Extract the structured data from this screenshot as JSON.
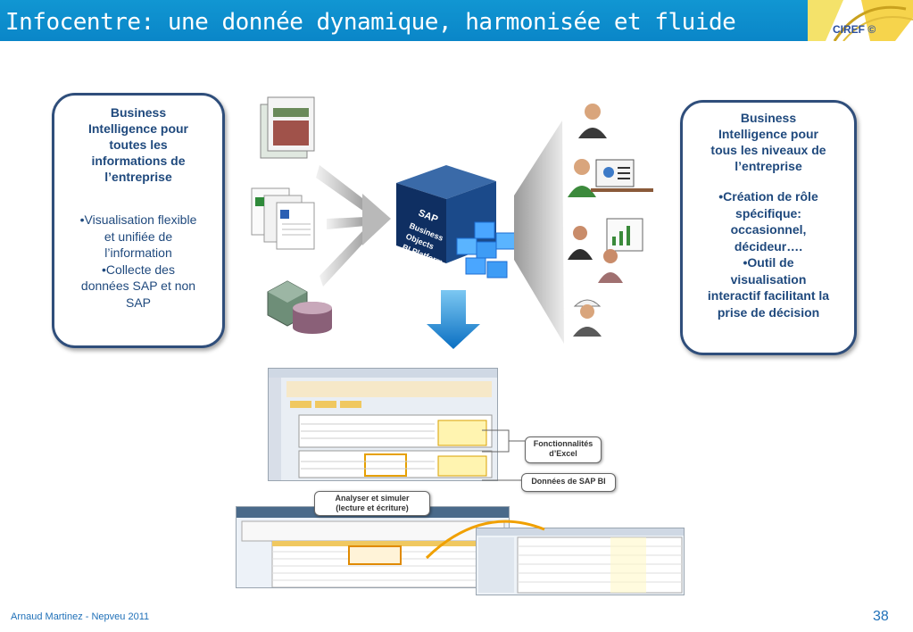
{
  "header": {
    "title": "Infocentre: une donnée dynamique, harmonisée et fluide",
    "logo_text": "CIREF ©"
  },
  "left_box": {
    "heading": [
      "Business",
      "Intelligence pour",
      "toutes les",
      "informations de",
      "l’entreprise"
    ],
    "body": [
      "•Visualisation flexible",
      "et unifiée de",
      "l’information",
      "•Collecte des",
      "données SAP et non",
      "SAP"
    ]
  },
  "right_box": {
    "heading": [
      "Business",
      "Intelligence pour",
      "tous les niveaux de",
      "l’entreprise"
    ],
    "body": [
      "•Création de rôle",
      "spécifique:",
      "occasionnel,",
      "décideur….",
      "•Outil de",
      "visualisation",
      "interactif facilitant la",
      "prise de décision"
    ]
  },
  "diagram": {
    "cube_labels": [
      "SAP",
      "Business",
      "Objects",
      "BI Platform"
    ],
    "callouts": {
      "excel": [
        "Fonctionnalités",
        "d’Excel"
      ],
      "sap_bi": [
        "Données de SAP BI"
      ],
      "analyse": [
        "Analyser et simuler",
        "(lecture et écriture)"
      ]
    }
  },
  "footer": {
    "author": "Arnaud Martinez - Nepveu 2011",
    "page_number": "38"
  }
}
